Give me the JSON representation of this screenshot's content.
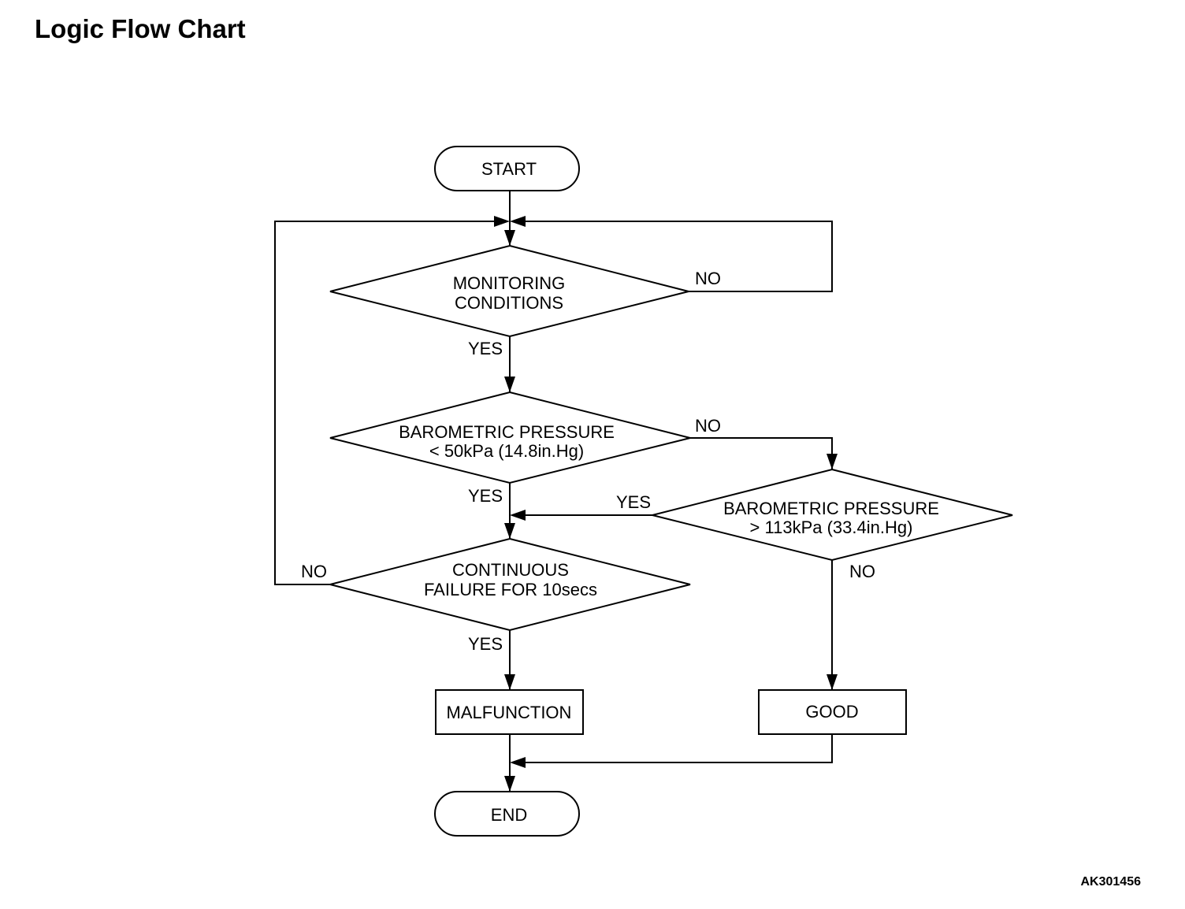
{
  "title": "Logic Flow Chart",
  "figure_id": "AK301456",
  "flow": {
    "start": "START",
    "monitoring": [
      "MONITORING",
      "CONDITIONS"
    ],
    "baro_low": [
      "BAROMETRIC PRESSURE",
      "< 50kPa (14.8in.Hg)"
    ],
    "baro_high": [
      "BAROMETRIC PRESSURE",
      "> 113kPa (33.4in.Hg)"
    ],
    "continuous": [
      "CONTINUOUS",
      "FAILURE FOR 10secs"
    ],
    "malfunction": "MALFUNCTION",
    "good": "GOOD",
    "end": "END",
    "yes": "YES",
    "no": "NO"
  }
}
